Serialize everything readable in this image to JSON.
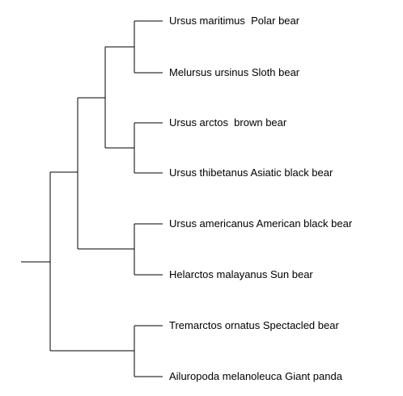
{
  "taxa": [
    {
      "label": "Ursus maritimus  Polar bear"
    },
    {
      "label": "Melursus ursinus Sloth bear"
    },
    {
      "label": "Ursus arctos  brown bear"
    },
    {
      "label": "Ursus thibetanus Asiatic black bear"
    },
    {
      "label": "Ursus americanus American black bear"
    },
    {
      "label": "Helarctos malayanus Sun bear"
    },
    {
      "label": "Tremarctos ornatus Spectacled bear"
    },
    {
      "label": "Ailuropoda melanoleuca Giant panda"
    }
  ],
  "colors": {
    "line": "#000000",
    "text": "#000000",
    "background": "#ffffff"
  }
}
